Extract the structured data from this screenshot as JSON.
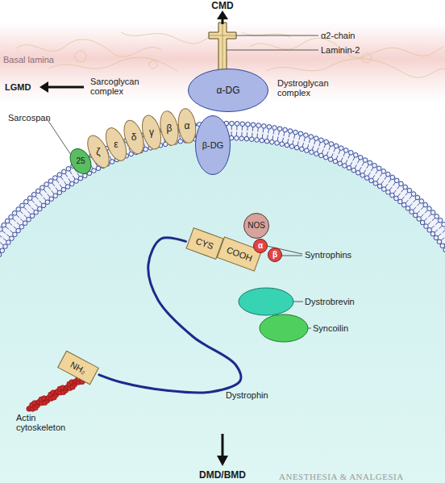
{
  "diagram": {
    "nodes": [
      {
        "text": [
          "α-DG"
        ]
      },
      {
        "text": [
          "25"
        ]
      },
      {
        "text": [
          "ζ"
        ]
      },
      {
        "text": [
          "ε"
        ]
      },
      {
        "text": [
          "δ"
        ]
      },
      {
        "text": [
          "γ"
        ]
      },
      {
        "text": [
          "β"
        ]
      },
      {
        "text": [
          "α"
        ]
      },
      {
        "text": [
          "β-DG"
        ]
      },
      {
        "text": [
          "NOS"
        ]
      },
      {
        "text": [
          "CYS"
        ]
      },
      {
        "text": [
          "COOH"
        ]
      },
      {
        "text": [
          "α"
        ]
      },
      {
        "text": [
          "β"
        ]
      },
      {
        "text": [
          "NH₂"
        ]
      }
    ],
    "edges": [
      {
        "from": 14,
        "to": 10,
        "arrow": "none",
        "label": "Dystrophin"
      }
    ],
    "labels": [
      "CMD",
      "α2-chain",
      "Laminin-2",
      "Basal lamina",
      "Dystroglycan complex",
      "LGMD",
      "Sarcoglycan complex",
      "Sarcospan",
      "Syntrophins",
      "Dystrobrevin",
      "Syncoilin",
      "Actin cytoskeleton",
      "DMD/BMD",
      "ANESTHESIA & ANALGESIA"
    ]
  }
}
